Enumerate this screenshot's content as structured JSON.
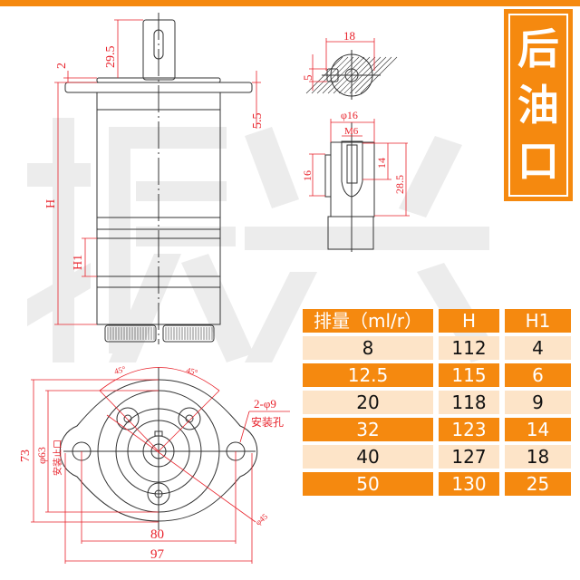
{
  "badge": {
    "title_chars": [
      "后",
      "油",
      "口"
    ]
  },
  "watermark": {
    "chars": [
      "振",
      "兴"
    ]
  },
  "side_view": {
    "dims": {
      "shaft_length": "29.5",
      "flange_thickness": "2",
      "flange_offset": "5.5",
      "height": "H",
      "height1": "H1"
    }
  },
  "shaft_section": {
    "dims": {
      "diameter": "18",
      "key": "5"
    }
  },
  "shaft_side": {
    "dims": {
      "diameter": "φ16",
      "thread": "M6",
      "thread_depth": "14",
      "total": "28.5",
      "key_length": "16"
    }
  },
  "bottom_view": {
    "dims": {
      "angle_left": "45°",
      "angle_right": "45°",
      "holes": "2-φ9",
      "holes_label": "安装孔",
      "height": "73",
      "pilot": "φ63",
      "pilot_label": "安装止口",
      "bolt_circle": "φ45",
      "hole_spacing": "80",
      "width": "97"
    }
  },
  "table": {
    "headers": [
      "排量（ml/r）",
      "H",
      "H1"
    ],
    "rows": [
      [
        "8",
        "112",
        "4"
      ],
      [
        "12.5",
        "115",
        "6"
      ],
      [
        "20",
        "118",
        "9"
      ],
      [
        "32",
        "123",
        "14"
      ],
      [
        "40",
        "127",
        "18"
      ],
      [
        "50",
        "130",
        "25"
      ]
    ]
  },
  "colors": {
    "accent": "#f5890f",
    "light_row": "#fde4c8",
    "dimension": "#e8212a"
  }
}
